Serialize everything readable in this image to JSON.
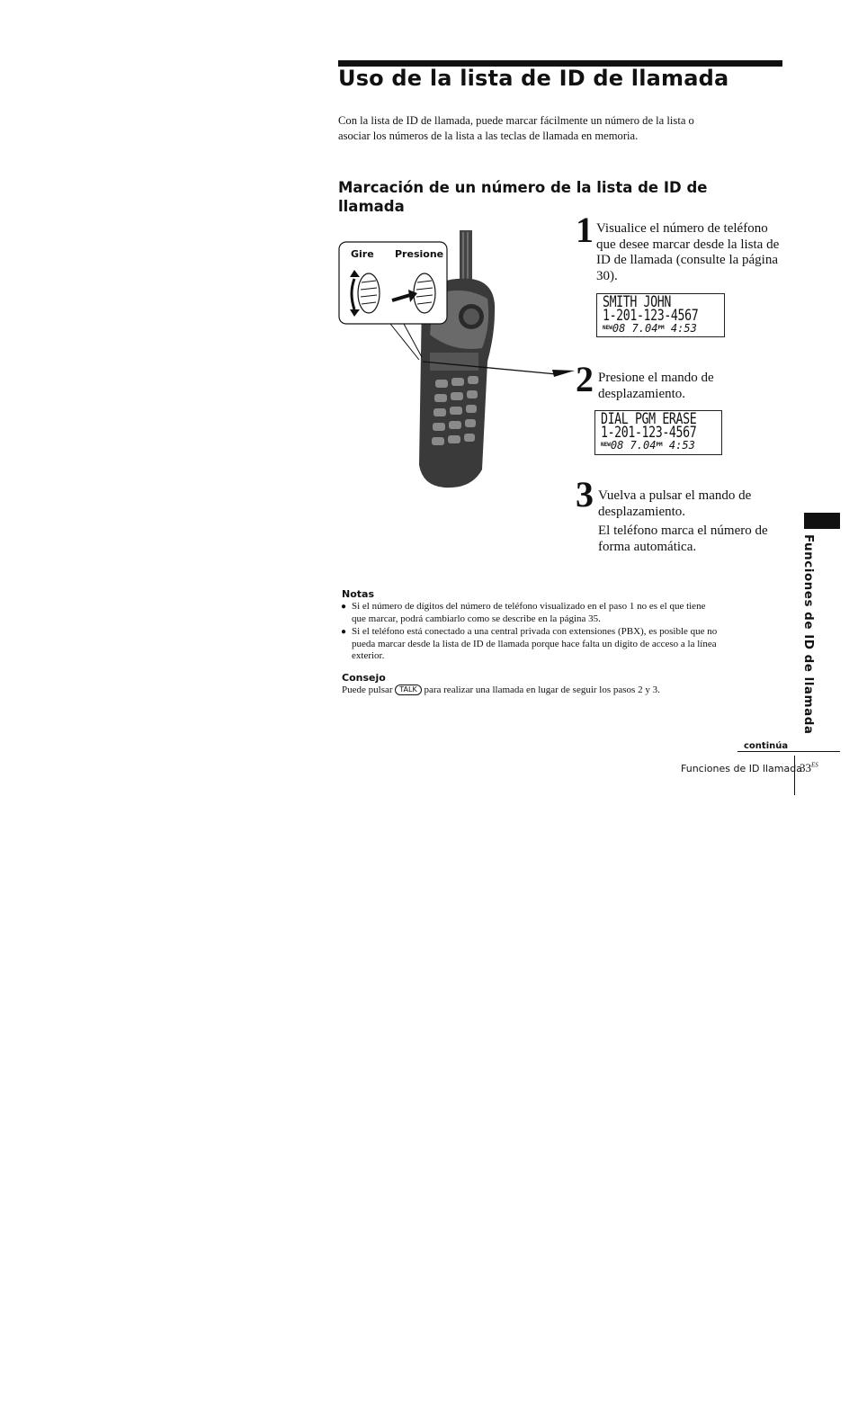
{
  "title": "Uso de la lista de ID de llamada",
  "intro": "Con la lista de ID de llamada, puede marcar fácilmente un número de la lista o asociar los números de la lista a las teclas de llamada en memoria.",
  "section_heading": "Marcación de un número de la lista de ID de llamada",
  "illustration": {
    "label_turn": "Gire",
    "label_press": "Presione"
  },
  "steps": [
    {
      "number": "1",
      "text": "Visualice el número de teléfono que desee marcar desde la lista de ID de llamada (consulte la página 30).",
      "display": {
        "line1": "SMITH JOHN",
        "line2": "1-201-123-4567",
        "flag": "NEW",
        "line3": "08   7.04",
        "ampm": "PM",
        "time": "4:53"
      }
    },
    {
      "number": "2",
      "text": "Presione el mando de desplazamiento.",
      "display": {
        "line1": "DIAL PGM ERASE",
        "line2": "1-201-123-4567",
        "flag": "NEW",
        "line3": "08   7.04",
        "ampm": "PM",
        "time": "4:53"
      }
    },
    {
      "number": "3",
      "text": "Vuelva a pulsar el mando de desplazamiento.",
      "text2": "El teléfono marca el número de forma automática."
    }
  ],
  "notes": {
    "heading": "Notas",
    "items": [
      "Si el número de dígitos del número de teléfono visualizado en el paso 1 no es el que tiene que marcar, podrá cambiarlo como se describe en la página 35.",
      "Si el teléfono está conectado a una central privada con extensiones (PBX), es posible que no pueda marcar desde la lista de ID de llamada porque hace falta un dígito de acceso a la línea exterior."
    ]
  },
  "tip": {
    "heading": "Consejo",
    "text_before": "Puede pulsar",
    "key_label": "TALK",
    "text_after": "para realizar una llamada en lugar de seguir los pasos 2 y 3."
  },
  "side_tab": "Funciones de ID de llamada",
  "footer": {
    "continued": "continúa",
    "section": "Funciones de ID llamada",
    "page": "33",
    "page_suffix": "ES"
  }
}
